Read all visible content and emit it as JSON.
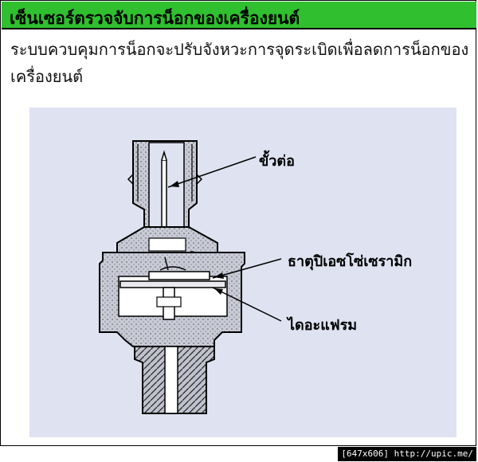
{
  "header": {
    "title": "เซ็นเซอร์ตรวจจับการน็อกของเครื่องยนต์"
  },
  "description": {
    "line1": "ระบบควบคุมการน็อกจะปรับจังหวะการจุดระเบิดเพื่อลดการน็อกของ",
    "line2": "เครื่องยนต์"
  },
  "diagram": {
    "labels": {
      "terminal": "ขั้วต่อ",
      "piezo": "ธาตุปิเอซโซ่เซรามิก",
      "diaphragm": "ไดอะแฟรม"
    }
  },
  "footer": {
    "size": "[647x606]",
    "url": "http://upic.me/"
  }
}
